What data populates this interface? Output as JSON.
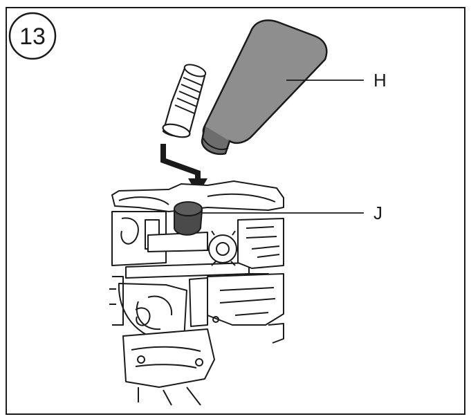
{
  "step": {
    "number": "13"
  },
  "labels": {
    "h": "H",
    "j": "J"
  },
  "icons": {
    "bottle": "oil-bottle-icon",
    "nozzle": "threaded-nozzle-icon",
    "arrow": "bent-down-arrow-icon",
    "cap": "filler-cap-icon"
  },
  "colors": {
    "line": "#1a1a1a",
    "bottle_fill": "#8e8e8e",
    "cap_fill": "#4a4a4a",
    "background": "#ffffff"
  }
}
